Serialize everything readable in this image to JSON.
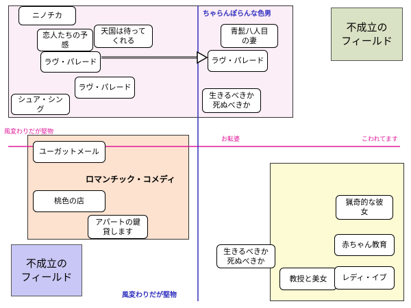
{
  "labels": {
    "top_right_axis": "ちゃらんぽらんな色男",
    "bottom_axis": "風変わりだが堅物",
    "left_axis": "風変わりだが堅物",
    "middle_axis": "お転婆",
    "right_axis": "こわれてます",
    "romantic_comedy": "ロマンチック・コメディ"
  },
  "fields": {
    "top_right": "不成立の\nフィールド",
    "bottom_left": "不成立の\nフィールド"
  },
  "boxes": {
    "ninochika": "ニノチカ",
    "koibitotachi": "恋人たちの予\n感",
    "tengoku": "天国は待って\nくれる",
    "love_parade_1": "ラヴ・パレード",
    "love_parade_2": "ラヴ・パレード",
    "love_parade_3": "ラヴ・パレード",
    "sugar_sing": "シュア・シング",
    "aohige": "青髭八人目\nの妻",
    "ikiru_1": "生きるべきか\n死ぬべきか",
    "ikiru_2": "生きるべきか\n死ぬべきか",
    "you_got_mail": "ユーガットメール",
    "momoiro": "桃色の店",
    "apart": "アパートの鍵\n貸します",
    "ryouki": "猟奇的な彼\n女",
    "akachan": "赤ちゃん教育",
    "kyouju": "教授と美女",
    "lady_eve": "レディ・イブ"
  },
  "colors": {
    "top_left_region": "#fceef6",
    "middle_left_region": "#fde2cf",
    "bottom_right_region": "#fdfbd3",
    "bottom_left_field": "#c9c7f5",
    "top_right_field": "#d9e2c4",
    "horizontal_axis": "#e0189a",
    "vertical_axis": "#2e2ebf"
  }
}
